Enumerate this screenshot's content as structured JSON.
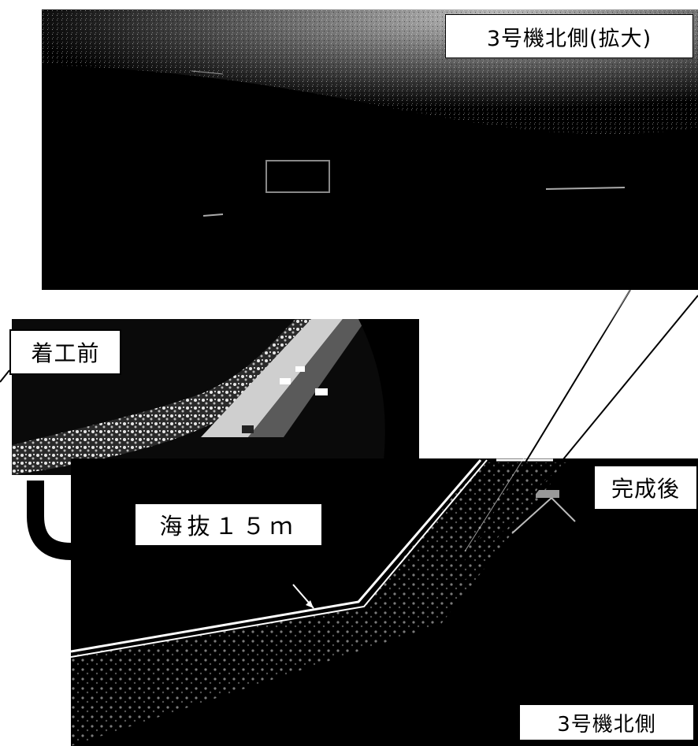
{
  "labels": {
    "enlarged": "3号機北側(拡大)",
    "before": "着工前",
    "after": "完成後",
    "height": "海抜１５ｍ",
    "north": "3号機北側"
  },
  "colors": {
    "photo_dark": "#000000",
    "photo_light": "#ffffff",
    "accent_lines": "#000000"
  }
}
